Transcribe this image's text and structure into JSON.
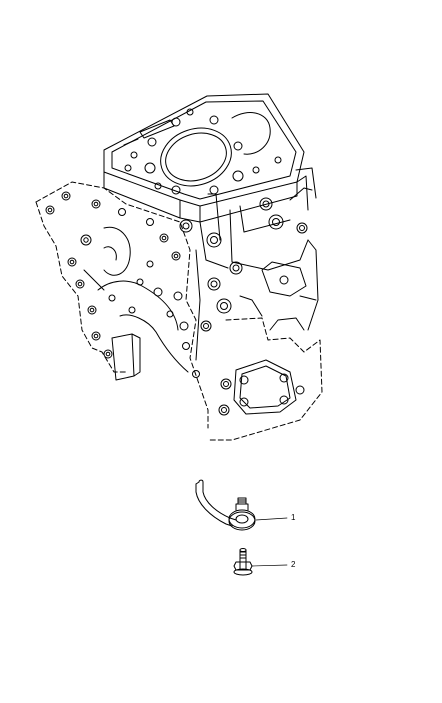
{
  "callouts": [
    {
      "number": "1",
      "part": "oil-supply-tube-fitting"
    },
    {
      "number": "2",
      "part": "banjo-bolt"
    }
  ],
  "colors": {
    "line": "#000000",
    "background": "#ffffff"
  }
}
